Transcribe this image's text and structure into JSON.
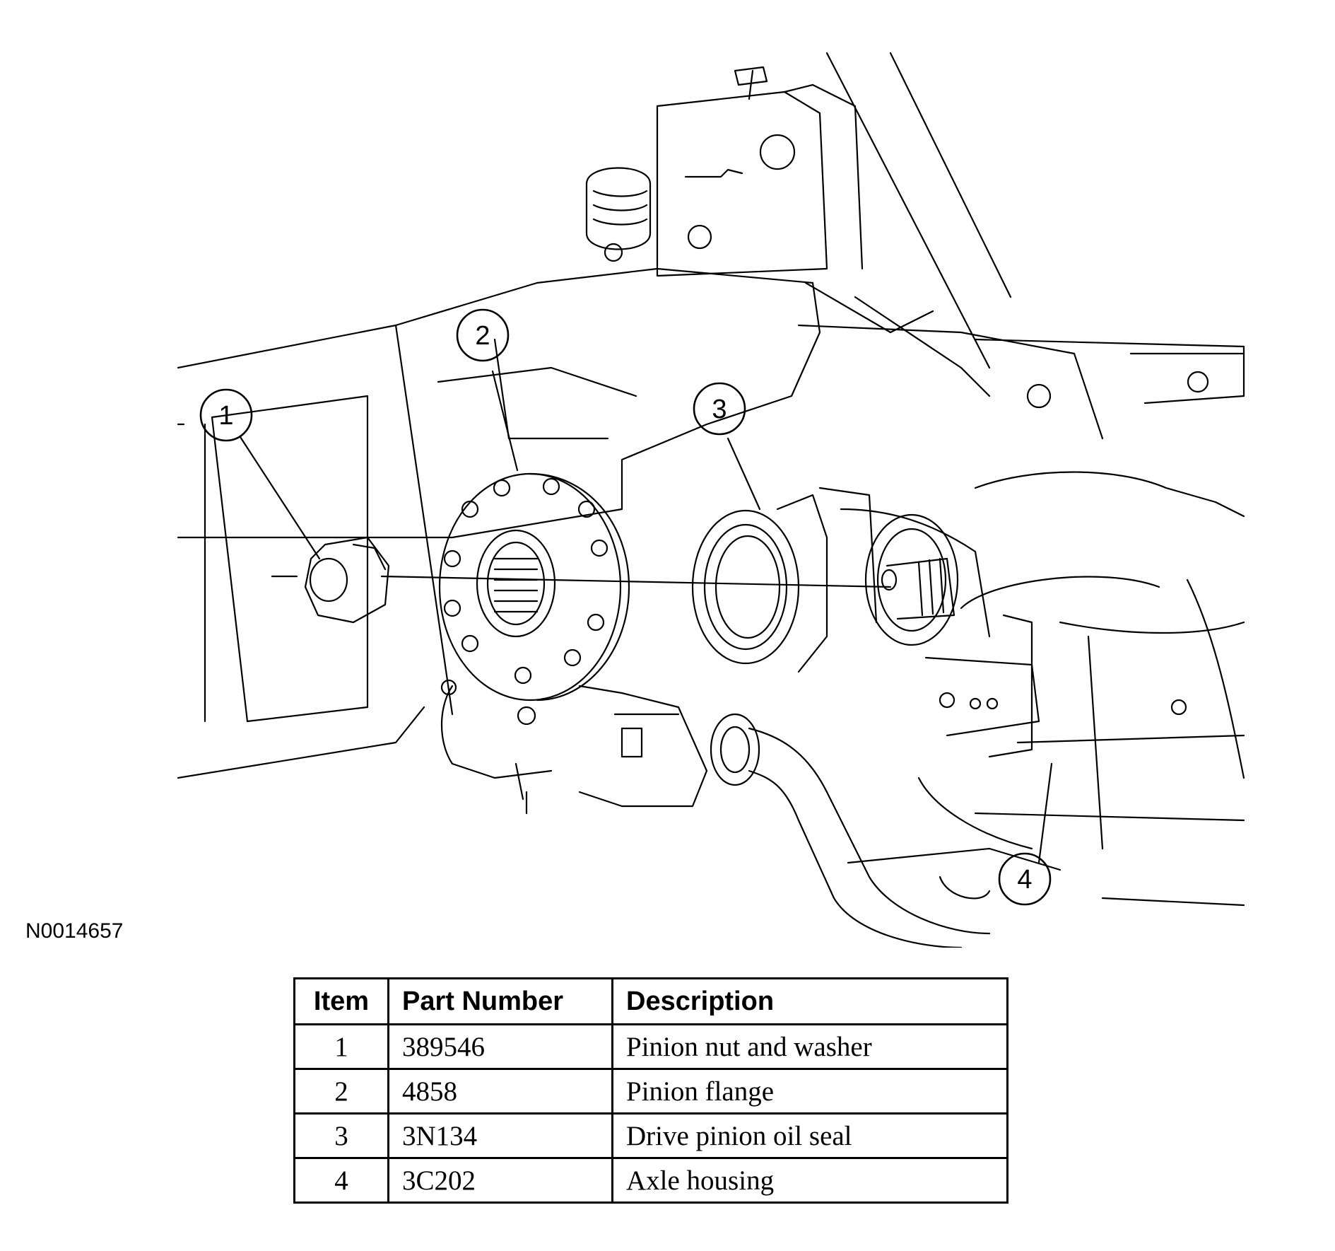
{
  "figure_id": "N0014657",
  "callouts": [
    "1",
    "2",
    "3",
    "4"
  ],
  "table": {
    "headers": {
      "item": "Item",
      "part_number": "Part Number",
      "description": "Description"
    },
    "rows": [
      {
        "item": "1",
        "part_number": "389546",
        "description": "Pinion nut and washer"
      },
      {
        "item": "2",
        "part_number": "4858",
        "description": "Pinion flange"
      },
      {
        "item": "3",
        "part_number": "3N134",
        "description": "Drive pinion oil seal"
      },
      {
        "item": "4",
        "part_number": "3C202",
        "description": "Axle housing"
      }
    ]
  }
}
